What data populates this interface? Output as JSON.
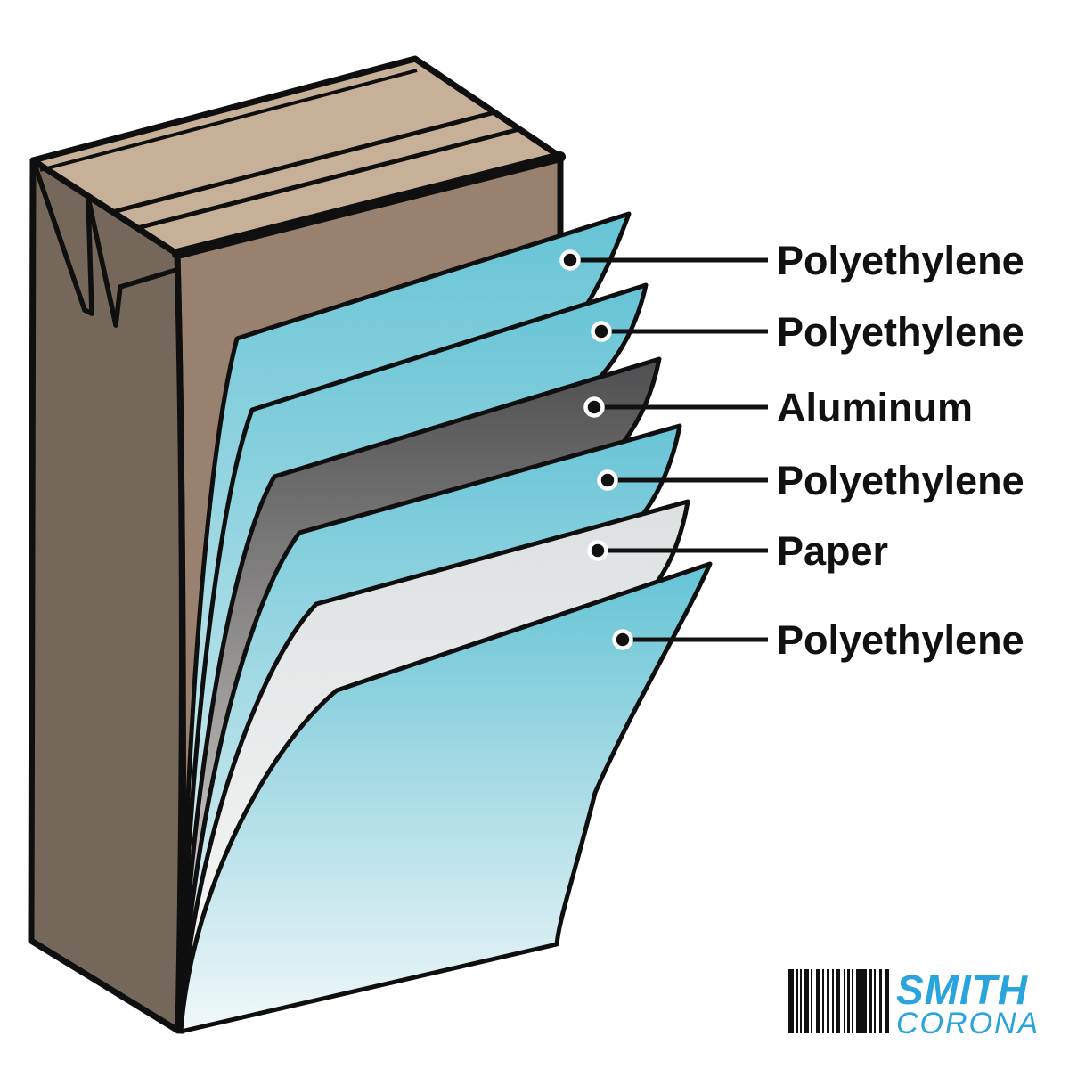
{
  "diagram": {
    "labels": [
      {
        "text": "Polyethylene"
      },
      {
        "text": "Polyethylene"
      },
      {
        "text": "Aluminum"
      },
      {
        "text": "Polyethylene"
      },
      {
        "text": "Paper"
      },
      {
        "text": "Polyethylene"
      }
    ]
  },
  "logo": {
    "line1": "SMITH",
    "line2": "CORONA",
    "color": "#29A4DC"
  },
  "colors": {
    "carton_top": "#C6B098",
    "carton_front": "#98826F",
    "carton_left": "#75675A",
    "outline": "#0F0F0F",
    "poly_top": "#66C4D6",
    "poly_bottom": "#F1F8F9",
    "aluminum_top": "#4E4E50",
    "aluminum_bottom": "#DEDCDA",
    "paper_top": "#DCE0E0",
    "paper_bottom": "#F7F8F8",
    "label_text": "#111111"
  },
  "barcode": {
    "bars": [
      [
        6,
        3
      ],
      [
        2,
        2
      ],
      [
        2,
        3
      ],
      [
        5,
        2
      ],
      [
        2,
        4
      ],
      [
        5,
        2
      ],
      [
        2,
        3
      ],
      [
        3,
        3
      ],
      [
        2,
        2
      ],
      [
        5,
        4
      ],
      [
        2,
        2
      ],
      [
        3,
        2
      ],
      [
        2,
        3
      ],
      [
        12,
        3
      ],
      [
        3,
        2
      ],
      [
        2,
        4
      ],
      [
        3,
        3
      ],
      [
        5,
        0
      ]
    ]
  }
}
